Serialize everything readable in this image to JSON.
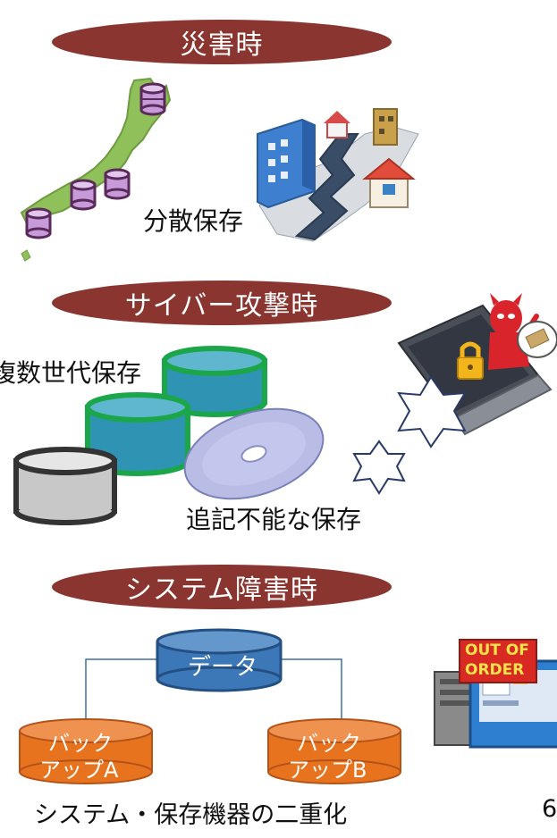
{
  "sections": {
    "disaster": {
      "heading": "災害時",
      "caption": "分散保存"
    },
    "cyber": {
      "heading": "サイバー攻撃時",
      "caption_generations": "複数世代保存",
      "caption_worm": "追記不能な保存"
    },
    "system": {
      "heading": "システム障害時",
      "data_label": "データ",
      "backup_a_line1": "バック",
      "backup_a_line2": "アップA",
      "backup_b_line1": "バック",
      "backup_b_line2": "アップB",
      "caption": "システム・保存機器の二重化",
      "out_of_order_line1": "OUT OF",
      "out_of_order_line2": "ORDER"
    }
  },
  "page_number_partial": "6",
  "colors": {
    "pill": "#8b3531",
    "japan": "#8fc05a",
    "db_purple": "#c79bd9",
    "cyl_teal": "#2f93b4",
    "cyl_green_rim": "#1ca64a",
    "cyl_gray": "#c8c8c8",
    "data_blue": "#3c78b8",
    "backup_orange": "#e8731e",
    "devil_red": "#d8242a"
  }
}
